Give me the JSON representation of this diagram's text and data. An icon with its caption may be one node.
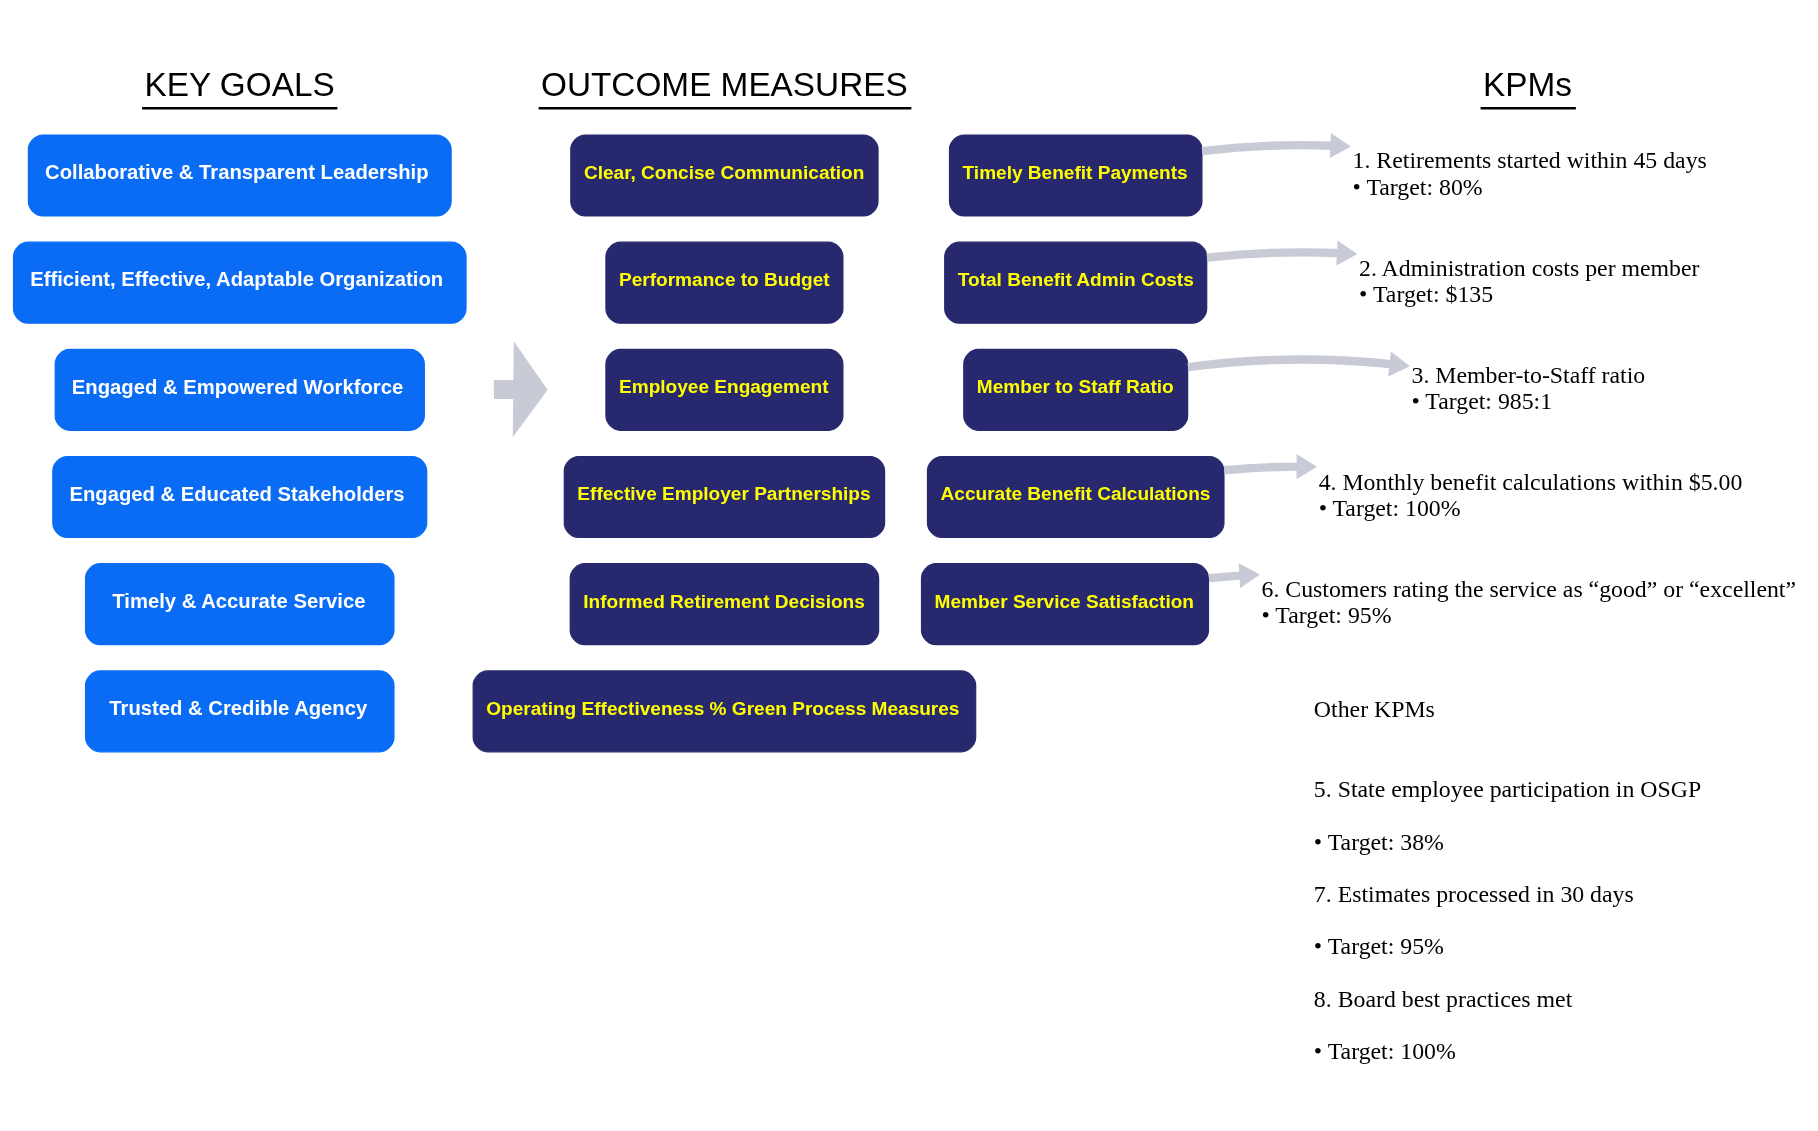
{
  "diagram": {
    "nodes": [
      {
        "text": [
          "Collaborative & Transparent Leadership"
        ]
      },
      {
        "text": [
          "Efficient, Effective, Adaptable Organization"
        ]
      },
      {
        "text": [
          "Engaged & Empowered Workforce"
        ]
      },
      {
        "text": [
          "Engaged & Educated Stakeholders"
        ]
      },
      {
        "text": [
          "Timely & Accurate Service"
        ]
      },
      {
        "text": [
          "Trusted & Credible Agency"
        ]
      },
      {
        "text": [
          "Clear, Concise Communication"
        ]
      },
      {
        "text": [
          "Timely Benefit Payments"
        ]
      },
      {
        "text": [
          "Performance to Budget"
        ]
      },
      {
        "text": [
          "Total Benefit Admin Costs"
        ]
      },
      {
        "text": [
          "Employee Engagement"
        ]
      },
      {
        "text": [
          "Member to Staff Ratio"
        ]
      },
      {
        "text": [
          "Effective Employer Partnerships"
        ]
      },
      {
        "text": [
          "Accurate Benefit Calculations"
        ]
      },
      {
        "text": [
          "Informed Retirement Decisions"
        ]
      },
      {
        "text": [
          "Member Service Satisfaction"
        ]
      },
      {
        "text": [
          "Operating Effectiveness % Green Process Measures"
        ]
      },
      {
        "text": [
          "1. Retirements started within 45 days",
          "• Target: 80%"
        ]
      },
      {
        "text": [
          "2. Administration costs per member",
          "• Target: $135"
        ]
      },
      {
        "text": [
          "3. Member-to-Staff ratio",
          "• Target: 985:1"
        ]
      },
      {
        "text": [
          "4. Monthly benefit calculations within $5.00",
          "• Target: 100%"
        ]
      },
      {
        "text": [
          "6. Customers rating the service as “good” or “excellent”",
          "• Target: 95%"
        ]
      }
    ],
    "edges": [
      {
        "from": 7,
        "to": 17,
        "arrow": "to"
      },
      {
        "from": 9,
        "to": 18,
        "arrow": "to"
      },
      {
        "from": 11,
        "to": 19,
        "arrow": "to"
      },
      {
        "from": 13,
        "to": 20,
        "arrow": "to"
      },
      {
        "from": 15,
        "to": 21,
        "arrow": "to"
      }
    ],
    "labels": [
      "KEY GOALS",
      "OUTCOME MEASURES",
      "KPMs",
      "Other KPMs",
      "5. State employee participation in OSGP",
      "• Target: 38%",
      "7. Estimates processed in 30 days",
      "• Target: 95%",
      "8. Board best practices met",
      "• Target: 100%"
    ]
  }
}
